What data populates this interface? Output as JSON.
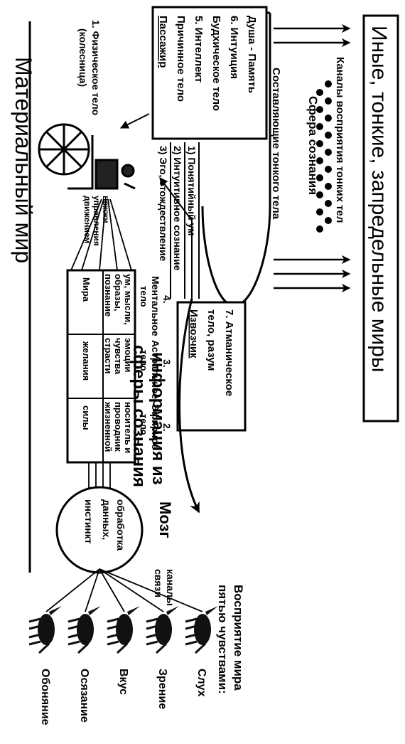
{
  "material_world": "Материальный мир",
  "other_worlds": "Иные, тонкие, запредельные миры",
  "channels_title": "Каналы восприятия тонких тел",
  "consciousness_sphere": "Сфера сознания",
  "passenger": {
    "lines": [
      "Душа - Память",
      "6. Интуиция",
      "Будхическое тело",
      "5. Интеллект",
      "Причинное тело"
    ],
    "role": "Пассажир"
  },
  "physical_body": {
    "lines": [
      "1. Физическое тело",
      "(колесница)"
    ]
  },
  "components": {
    "title": "Составляющие тонкого тела",
    "items": [
      "1) Понятийный ум",
      "2) Интуитивное сознание",
      "3) Эго, отождествление"
    ]
  },
  "coachman": {
    "lines": [
      "7. Атманическое",
      "тело, разум"
    ],
    "role": "Извозчик"
  },
  "reins": [
    "вожжи",
    "управления",
    "движением"
  ],
  "info_flow": [
    "информация из",
    "сферы сознания"
  ],
  "bodies": [
    {
      "number": "4.",
      "name": [
        "Ментальное",
        "тело"
      ],
      "top": [
        "ум, мысли,",
        "образы,",
        "познание"
      ],
      "bottom": "Мира"
    },
    {
      "number": "3.",
      "name": [
        "Астральное",
        "тело"
      ],
      "top": [
        "эмоции",
        "чувства",
        "страсти"
      ],
      "bottom": "желания"
    },
    {
      "number": "2.",
      "name": [
        "Эфирное",
        "тело"
      ],
      "top": [
        "носитель и",
        "проводник",
        "жизненной"
      ],
      "bottom": "силы"
    }
  ],
  "brain": {
    "label": "Мозг",
    "lines": [
      "обработка",
      "данных,",
      "инстинкт"
    ]
  },
  "comm_channels": [
    "каналы",
    "связи"
  ],
  "perception_title": [
    "Восприятие мира",
    "пятью чувствами:"
  ],
  "senses": [
    "Слух",
    "Зрение",
    "Вкус",
    "Осязание",
    "Обоняние"
  ]
}
